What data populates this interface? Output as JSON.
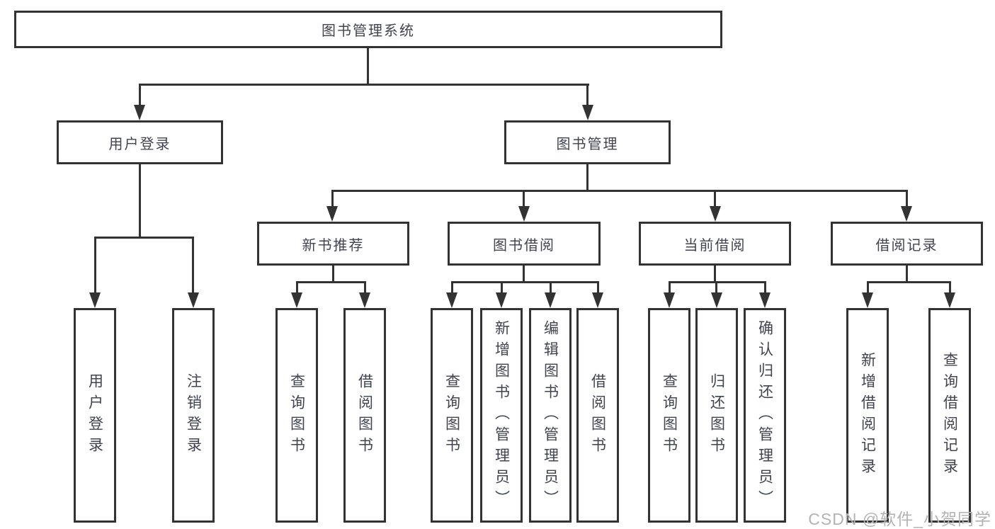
{
  "colors": {
    "background": "#ffffff",
    "box_border": "#333333",
    "connector_line": "#333333",
    "node_text": "#3f4450",
    "watermark_text": "#b3b3b3"
  },
  "tree": {
    "root": {
      "label": "图书管理系统",
      "children": [
        {
          "label": "用户登录",
          "children": [
            {
              "label": "用户登录"
            },
            {
              "label": "注销登录"
            }
          ]
        },
        {
          "label": "图书管理",
          "children": [
            {
              "label": "新书推荐",
              "children": [
                {
                  "label": "查询图书"
                },
                {
                  "label": "借阅图书"
                }
              ]
            },
            {
              "label": "图书借阅",
              "children": [
                {
                  "label": "查询图书"
                },
                {
                  "label": "新增图书（管理员）"
                },
                {
                  "label": "编辑图书（管理员）"
                },
                {
                  "label": "借阅图书"
                }
              ]
            },
            {
              "label": "当前借阅",
              "children": [
                {
                  "label": "查询图书"
                },
                {
                  "label": "归还图书"
                },
                {
                  "label": "确认归还（管理员）"
                }
              ]
            },
            {
              "label": "借阅记录",
              "children": [
                {
                  "label": "新增借阅记录"
                },
                {
                  "label": "查询借阅记录"
                }
              ]
            }
          ]
        }
      ]
    }
  },
  "watermark": {
    "text": "CSDN @软件_小贺同学"
  }
}
